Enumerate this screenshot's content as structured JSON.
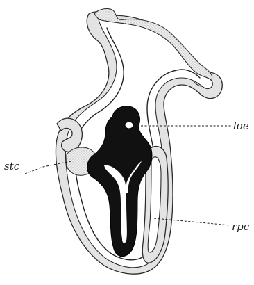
{
  "figure": {
    "labels": {
      "loe": "loe",
      "stc": "stc",
      "rpc": "rpc"
    }
  }
}
